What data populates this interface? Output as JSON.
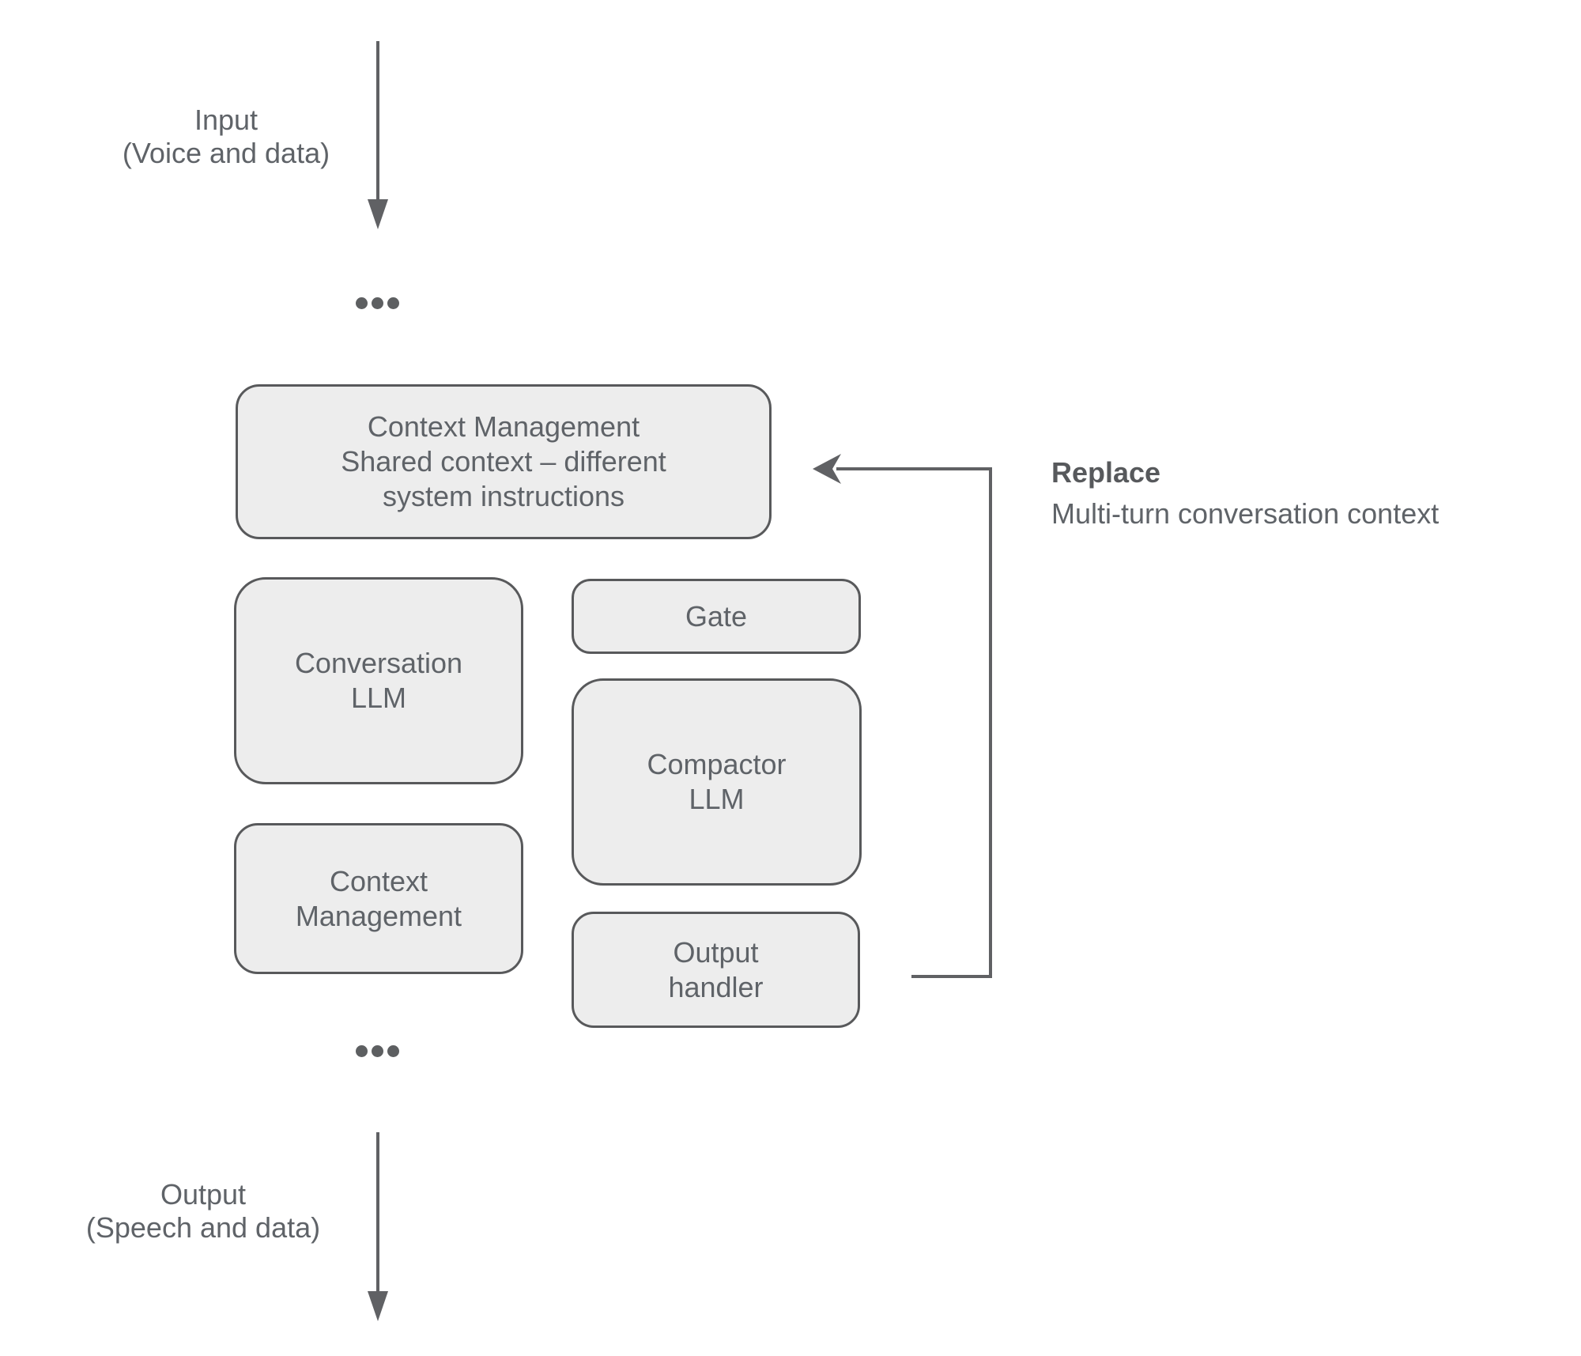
{
  "diagram": {
    "title_hint": "Voice agent context-management pipeline diagram",
    "input_label": {
      "line1": "Input",
      "line2": "(Voice and data)"
    },
    "output_label": {
      "line1": "Output",
      "line2": "(Speech and data)"
    },
    "replace_note": {
      "title": "Replace",
      "description": "Multi-turn conversation context"
    },
    "nodes": {
      "context_management_top": {
        "lines": [
          "Context Management",
          "Shared context – different",
          "system instructions"
        ]
      },
      "conversation_llm": {
        "lines": [
          "Conversation",
          "LLM"
        ]
      },
      "gate": {
        "lines": [
          "Gate"
        ]
      },
      "compactor_llm": {
        "lines": [
          "Compactor",
          "LLM"
        ]
      },
      "context_management_bottom": {
        "lines": [
          "Context",
          "Management"
        ]
      },
      "output_handler": {
        "lines": [
          "Output",
          "handler"
        ]
      }
    },
    "icons": {
      "input_arrow": "arrow-down-icon",
      "output_arrow": "arrow-down-icon",
      "feedback_arrow": "arrow-left-icon",
      "ellipsis_top": "ellipsis-icon",
      "ellipsis_bottom": "ellipsis-icon"
    },
    "colors": {
      "background": "#ffffff",
      "node_fill": "#ededed",
      "node_border": "#58595b",
      "connector_line": "#606164",
      "text": "#5f6368",
      "dot": "#5d5f61"
    }
  }
}
